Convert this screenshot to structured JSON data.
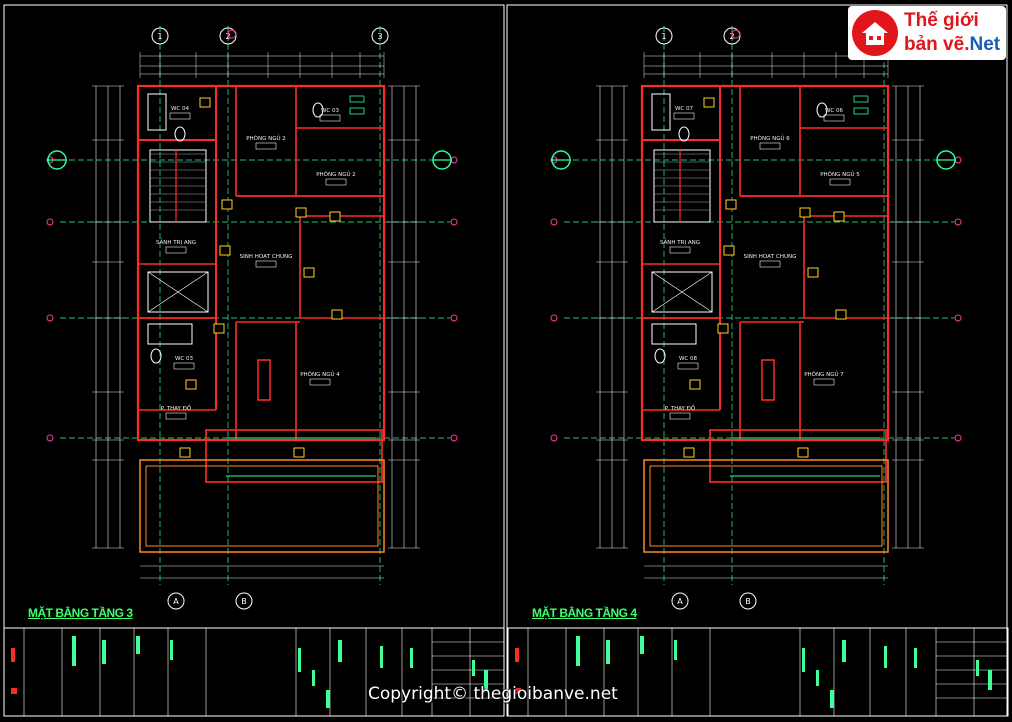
{
  "logo": {
    "line1": "Thế giới",
    "line2a": "bản vẽ.",
    "line2b": "Net"
  },
  "copyright": "Copyright© thegioibanve.net",
  "sheets": [
    {
      "title": "MẶT BẰNG TẦNG 3",
      "rooms": [
        {
          "label": "WC 04"
        },
        {
          "label": "WC 03"
        },
        {
          "label": "PHÒNG NGỦ 2"
        },
        {
          "label": "PHÒNG NGỦ 2"
        },
        {
          "label": "SẢNH TRỊ ANG"
        },
        {
          "label": "SINH HOẠT CHUNG"
        },
        {
          "label": "WC 03"
        },
        {
          "label": "P. THAY ĐỒ"
        },
        {
          "label": "PHÒNG NGỦ 4"
        }
      ]
    },
    {
      "title": "MẶT BẰNG TẦNG 4",
      "rooms": [
        {
          "label": "WC 07"
        },
        {
          "label": "WC 06"
        },
        {
          "label": "PHÒNG NGỦ 6"
        },
        {
          "label": "PHÒNG NGỦ 5"
        },
        {
          "label": "SẢNH TRỊ ANG"
        },
        {
          "label": "SINH HOẠT CHUNG"
        },
        {
          "label": "WC 08"
        },
        {
          "label": "P. THAY ĐỒ"
        },
        {
          "label": "PHÒNG NGỦ 7"
        }
      ]
    }
  ],
  "grid_axes": {
    "columns": [
      "1",
      "2",
      "3"
    ],
    "rows": [
      "A",
      "B"
    ]
  },
  "colors": {
    "background": "#000000",
    "wall": "#ff2a2a",
    "axis": "#2aff9a",
    "dim": "#e6e6e6",
    "frame": "#ffffff",
    "title": "#3fff6a",
    "door": "#ffd21f",
    "terrace": "#ff8a1f"
  }
}
